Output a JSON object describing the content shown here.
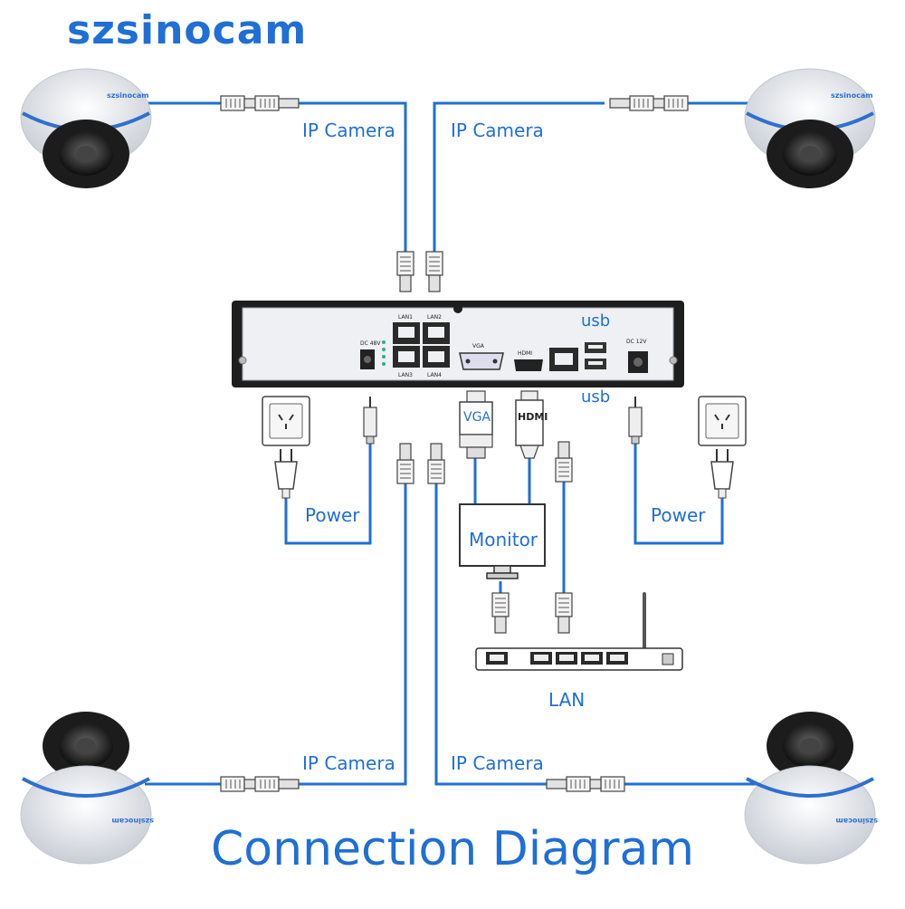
{
  "brand": {
    "name": "szsinocam",
    "color": "#1f6fd6"
  },
  "colors": {
    "wire": "#1f6fd6",
    "label": "#1f6fd6",
    "device": "#222222",
    "panel": "#eef0f3"
  },
  "labels": {
    "ip_camera_tl": "IP Camera",
    "ip_camera_tr": "IP Camera",
    "ip_camera_bl": "IP Camera",
    "ip_camera_br": "IP Camera",
    "power_left": "Power",
    "power_right": "Power",
    "monitor": "Monitor",
    "lan": "LAN",
    "usb_top": "usb",
    "usb_bottom": "usb",
    "vga_connector": "VGA",
    "hdmi_connector": "HDMI"
  },
  "nvr_ports": {
    "lan1": "LAN1",
    "lan2": "LAN2",
    "lan3": "LAN3",
    "lan4": "LAN4",
    "dc_in_left": "DC 48V",
    "vga": "VGA",
    "hdmi": "HDMI",
    "dc_in_right": "DC 12V"
  },
  "camera_brand_text": "szsinocam",
  "title": "Connection Diagram",
  "icons": [
    "dome-camera-icon",
    "rj45-plug-icon",
    "power-outlet-icon",
    "power-plug-icon",
    "dc-plug-icon",
    "monitor-icon",
    "router-icon",
    "nvr-device-icon"
  ]
}
